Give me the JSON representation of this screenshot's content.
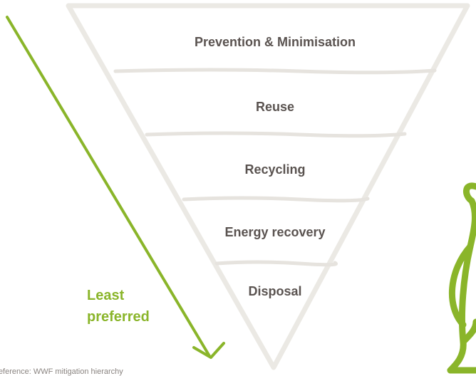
{
  "hierarchy": {
    "tiers": [
      "Prevention & Minimisation",
      "Reuse",
      "Recycling",
      "Energy recovery",
      "Disposal"
    ]
  },
  "arrow": {
    "label_line1": "Least",
    "label_line2": "preferred"
  },
  "reference": "Reference: WWF mitigation hierarchy",
  "colors": {
    "funnel_outline": "#ebe9e4",
    "divider": "#e6e3de",
    "tier_text": "#5a5350",
    "arrow_green": "#8ab52a"
  },
  "icons": [
    "arrow-down-right-icon",
    "plant-doodle-icon"
  ]
}
